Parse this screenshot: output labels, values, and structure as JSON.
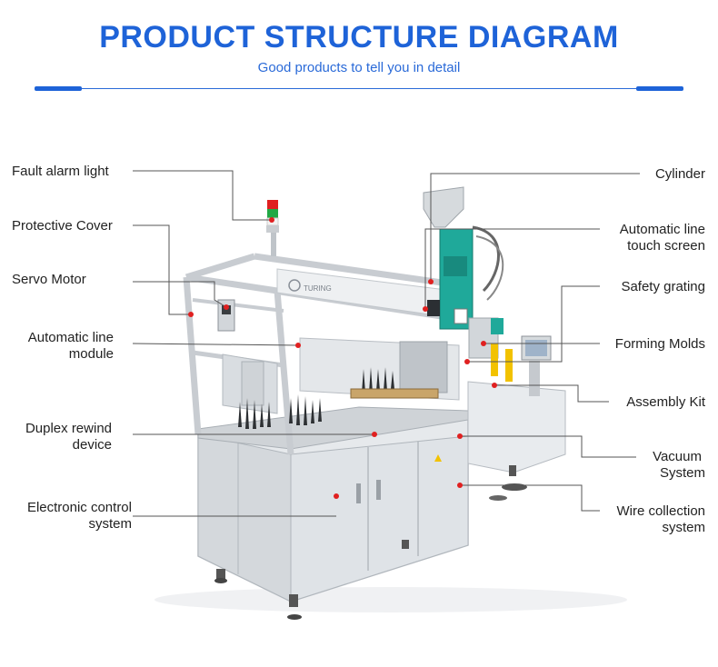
{
  "header": {
    "title": "PRODUCT STRUCTURE DIAGRAM",
    "subtitle": "Good products to tell you in detail"
  },
  "machine": {
    "brand_text": "TURING"
  },
  "labels_left": [
    {
      "id": "fault-alarm-light",
      "lines": [
        "Fault alarm light"
      ]
    },
    {
      "id": "protective-cover",
      "lines": [
        "Protective Cover"
      ]
    },
    {
      "id": "servo-motor",
      "lines": [
        "Servo Motor"
      ]
    },
    {
      "id": "automatic-line-module",
      "lines": [
        "Automatic line",
        "module"
      ]
    },
    {
      "id": "duplex-rewind-device",
      "lines": [
        "Duplex rewind",
        "device"
      ]
    },
    {
      "id": "electronic-control-system",
      "lines": [
        "Electronic control",
        "system"
      ]
    }
  ],
  "labels_right": [
    {
      "id": "cylinder",
      "lines": [
        "Cylinder"
      ]
    },
    {
      "id": "automatic-line-touch-screen",
      "lines": [
        "Automatic line",
        "touch screen"
      ]
    },
    {
      "id": "safety-grating",
      "lines": [
        "Safety grating"
      ]
    },
    {
      "id": "forming-molds",
      "lines": [
        "Forming Molds"
      ]
    },
    {
      "id": "assembly-kit",
      "lines": [
        "Assembly Kit"
      ]
    },
    {
      "id": "vacuum-system",
      "lines": [
        "Vacuum",
        "System"
      ]
    },
    {
      "id": "wire-collection-system",
      "lines": [
        "Wire collection",
        "system"
      ]
    }
  ],
  "colors": {
    "accent": "#1e63d8",
    "marker": "#e02020",
    "machine_teal": "#1fa99a",
    "frame": "#d9dde1"
  }
}
